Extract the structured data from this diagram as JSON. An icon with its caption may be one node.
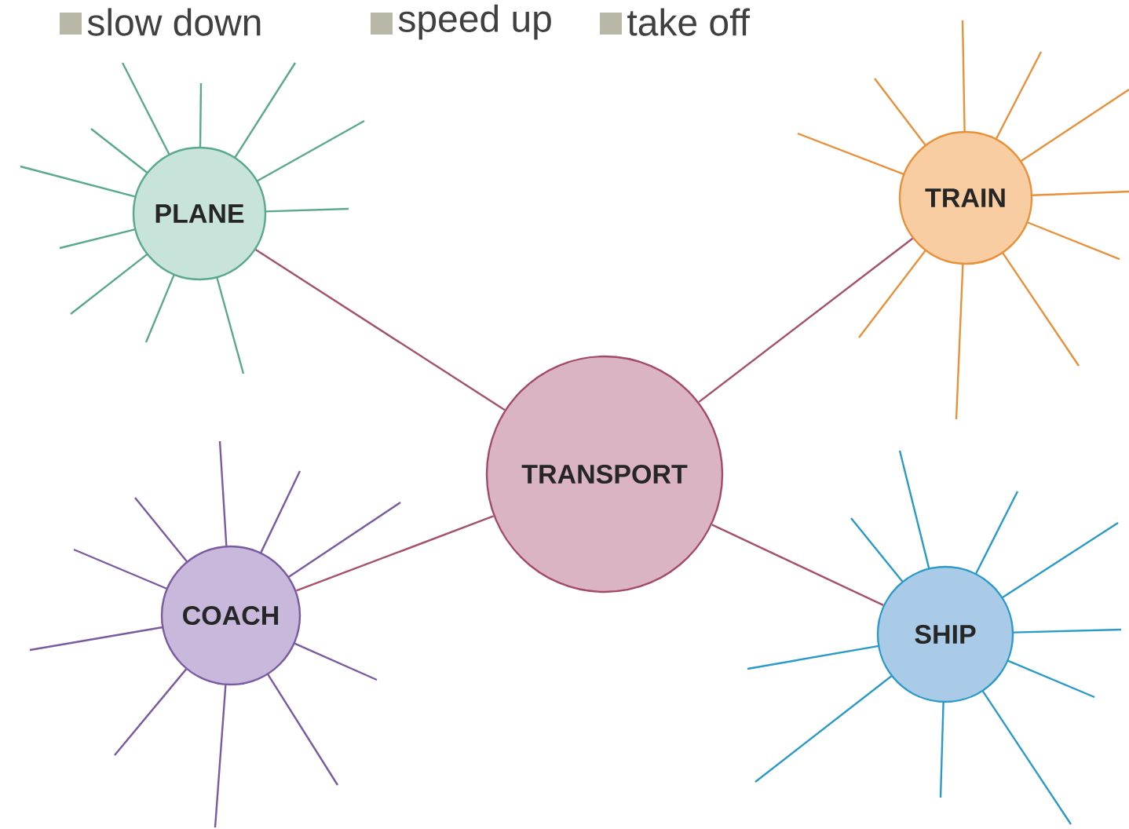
{
  "diagram": {
    "nodes": [
      {
        "text": [
          "TRANSPORT"
        ]
      },
      {
        "text": [
          "PLANE"
        ]
      },
      {
        "text": [
          "TRAIN"
        ]
      },
      {
        "text": [
          "COACH"
        ]
      },
      {
        "text": [
          "SHIP"
        ]
      }
    ],
    "edges": [
      {
        "from": 0,
        "to": 1,
        "arrow": "none"
      },
      {
        "from": 0,
        "to": 2,
        "arrow": "none"
      },
      {
        "from": 0,
        "to": 3,
        "arrow": "none"
      },
      {
        "from": 0,
        "to": 4,
        "arrow": "none"
      }
    ],
    "legend": [
      {
        "text": "slow down",
        "color": "#b9b8a6"
      },
      {
        "text": "speed up",
        "color": "#b9b8a6"
      },
      {
        "text": "take off",
        "color": "#b9b8a6"
      }
    ]
  }
}
